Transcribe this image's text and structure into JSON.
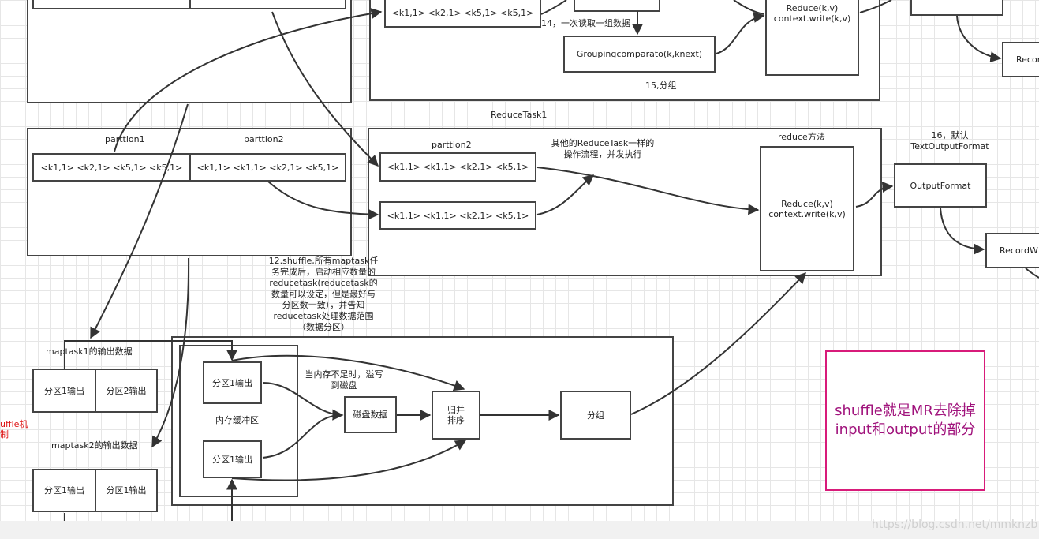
{
  "top": {
    "kv_row": "<k1,1> <k2,1> <k5,1> <k5,1>",
    "read_note": "14，一次读取一组数据",
    "grouping": "Groupingcomparato(k,knext)",
    "reduce": "Reduce(k,v)\ncontext.write(k,v)",
    "group_label": "15,分组",
    "record_cut": "Recor"
  },
  "partitions": {
    "p1_title": "parttion1",
    "p2_title": "parttion2",
    "p1_row": "<k1,1> <k2,1> <k5,1> <k5,1>",
    "p2_row": "<k1,1> <k1,1> <k2,1> <k5,1>"
  },
  "reducetask": {
    "title": "ReduceTask1",
    "partition_title": "parttion2",
    "row1": "<k1,1> <k1,1> <k2,1> <k5,1>",
    "row2": "<k1,1> <k1,1> <k2,1> <k5,1>",
    "other_note": "其他的ReduceTask一样的\n操作流程，并发执行",
    "method_title": "reduce方法",
    "reduce": "Reduce(k,v)\ncontext.write(k,v)"
  },
  "output": {
    "default_note": "16，默认\nTextOutputFormat",
    "outputformat": "OutputFormat",
    "recordwriter": "RecordW"
  },
  "shuffle_note": "12.shuffle,所有maptask任\n务完成后，启动相应数量的\nreducetask(reducetask的\n数量可以设定，但是最好与\n分区数一致），并告知\nreducetask处理数据范围\n（数据分区）",
  "maptask1": {
    "title": "maptask1的输出数据",
    "cell1": "分区1输出",
    "cell2": "分区2输出"
  },
  "maptask2": {
    "title": "maptask2的输出数据",
    "cell1": "分区1输出",
    "cell2": "分区1输出"
  },
  "buffer": {
    "part_top": "分区1输出",
    "label": "内存缓冲区",
    "part_bottom": "分区1输出"
  },
  "spill_note": "当内存不足时，溢写\n到磁盘",
  "disk": "磁盘数据",
  "merge_sort": "归并\n排序",
  "group_box": "分组",
  "red_left": "uffle机\n制",
  "big_note": "shuffle就是MR去除掉input和output的部分",
  "watermark": "https://blog.csdn.net/mmknzb"
}
